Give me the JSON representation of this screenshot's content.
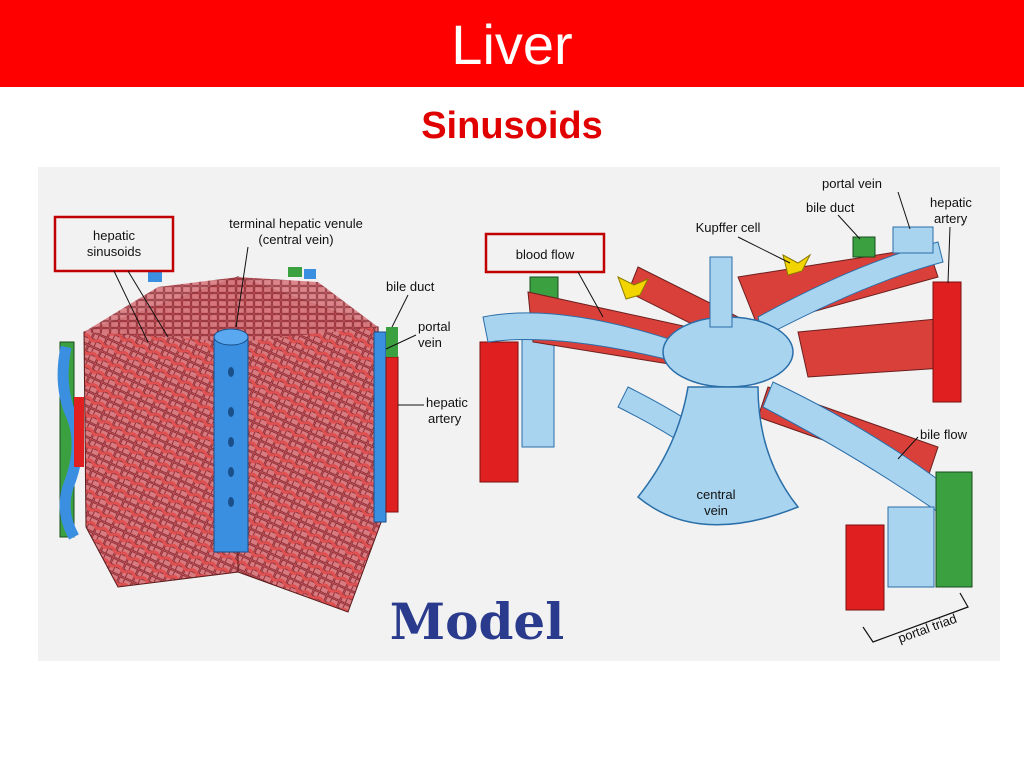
{
  "slide": {
    "title": "Liver",
    "subtitle": "Sinusoids"
  },
  "colors": {
    "title_bar": "#ff0000",
    "subtitle": "#e00000",
    "vessel_blue": "#3a8fe0",
    "artery_red": "#e02020",
    "bile_green": "#3aa040",
    "hepatocyte_red": "#d9403a",
    "sinusoid_light_blue": "#a8d4f0",
    "model_text": "#2a3a8c",
    "highlight_box": "#c00000"
  },
  "left_diagram": {
    "labels": {
      "hepatic_sinusoids_line1": "hepatic",
      "hepatic_sinusoids_line2": "sinusoids",
      "terminal_venule_line1": "terminal hepatic venule",
      "terminal_venule_line2": "(central vein)",
      "bile_duct": "bile duct",
      "portal_vein_line1": "portal",
      "portal_vein_line2": "vein",
      "hepatic_artery_line1": "hepatic",
      "hepatic_artery_line2": "artery"
    }
  },
  "right_diagram": {
    "labels": {
      "blood_flow": "blood flow",
      "kupffer_cell": "Kupffer cell",
      "bile_duct": "bile duct",
      "portal_vein": "portal vein",
      "hepatic_artery_line1": "hepatic",
      "hepatic_artery_line2": "artery",
      "bile_flow": "bile flow",
      "central_vein_line1": "central",
      "central_vein_line2": "vein",
      "portal_triad": "portal triad"
    }
  },
  "caption": "Model"
}
